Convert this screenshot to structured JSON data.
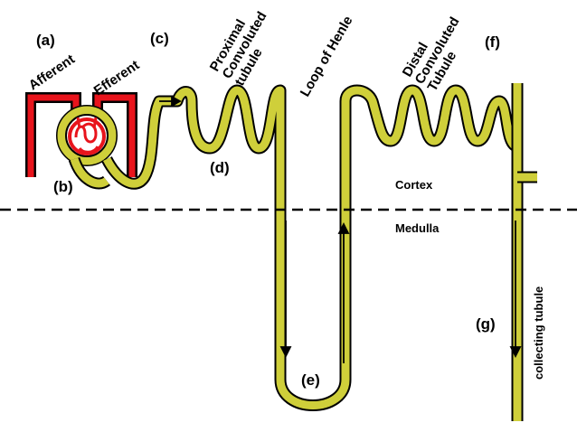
{
  "colors": {
    "tubule": "#cfcf3a",
    "vessel": "#e8141c",
    "outline": "#000000",
    "divider": "#000000"
  },
  "labels": {
    "a": "(a)",
    "b": "(b)",
    "c": "(c)",
    "d": "(d)",
    "e": "(e)",
    "f": "(f)",
    "g": "(g)",
    "afferent": "Afferent",
    "efferent": "Efferent",
    "proximal": [
      "Proximal",
      "Convoluted",
      "tubule"
    ],
    "loop": "Loop of Henle",
    "distal": [
      "Distal",
      "Convoluted",
      "Tubule"
    ],
    "cortex": "Cortex",
    "medulla": "Medulla",
    "collecting": "collecting tubule"
  }
}
